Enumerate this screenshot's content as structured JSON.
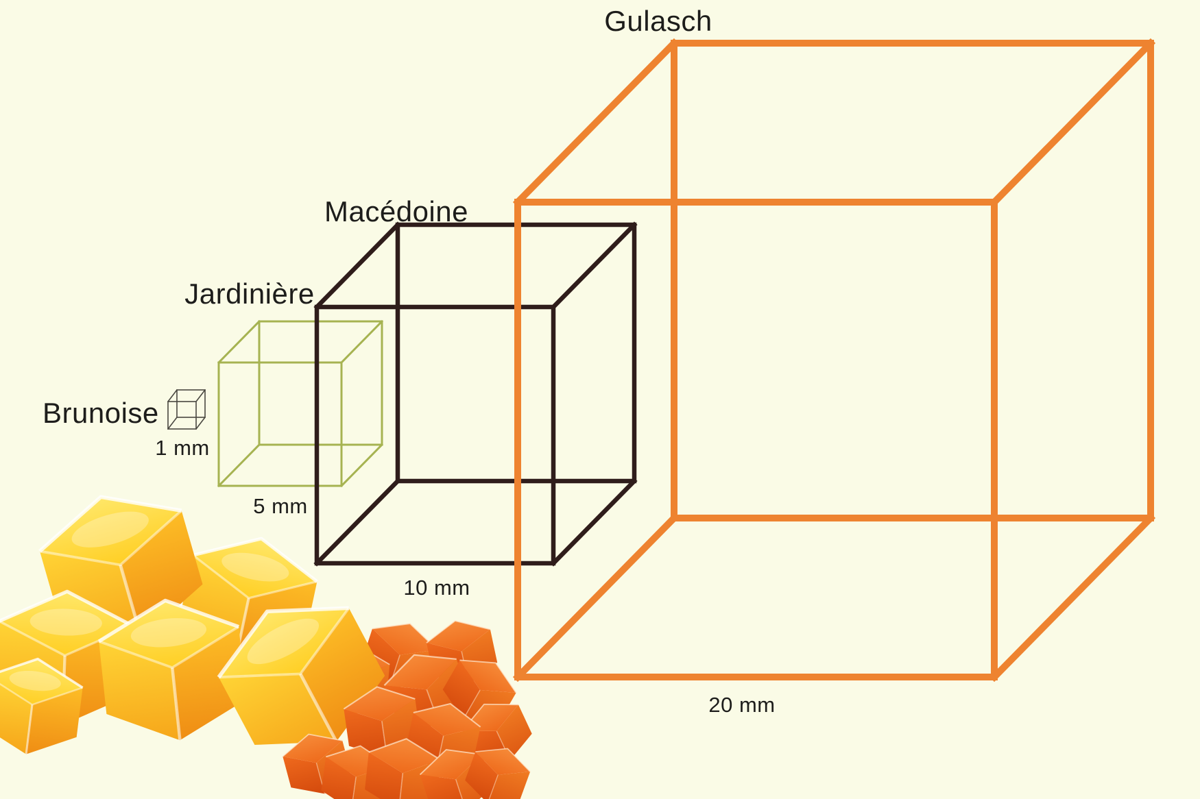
{
  "theme": {
    "bg": "#fafbe6",
    "text": "#1d1d1b"
  },
  "cuts": [
    {
      "name": "Brunoise",
      "size": "1 mm",
      "color": "#494740"
    },
    {
      "name": "Jardinière",
      "size": "5 mm",
      "color": "#a6b351"
    },
    {
      "name": "Macédoine",
      "size": "10 mm",
      "color": "#2f1d1b"
    },
    {
      "name": "Gulasch",
      "size": "20 mm",
      "color": "#ee8330"
    }
  ],
  "illustration": {
    "yellow": {
      "top_light": "#ffe768",
      "top_dark": "#ffcf25",
      "left_light": "#ffd435",
      "left_dark": "#f6a61a",
      "right_light": "#fdbd26",
      "right_dark": "#ef8d14"
    },
    "orange": {
      "top_light": "#f68a38",
      "top_dark": "#ee6b1c",
      "left_light": "#ef6a1d",
      "left_dark": "#d3490c",
      "right_light": "#f07b22",
      "right_dark": "#dd5812"
    }
  }
}
